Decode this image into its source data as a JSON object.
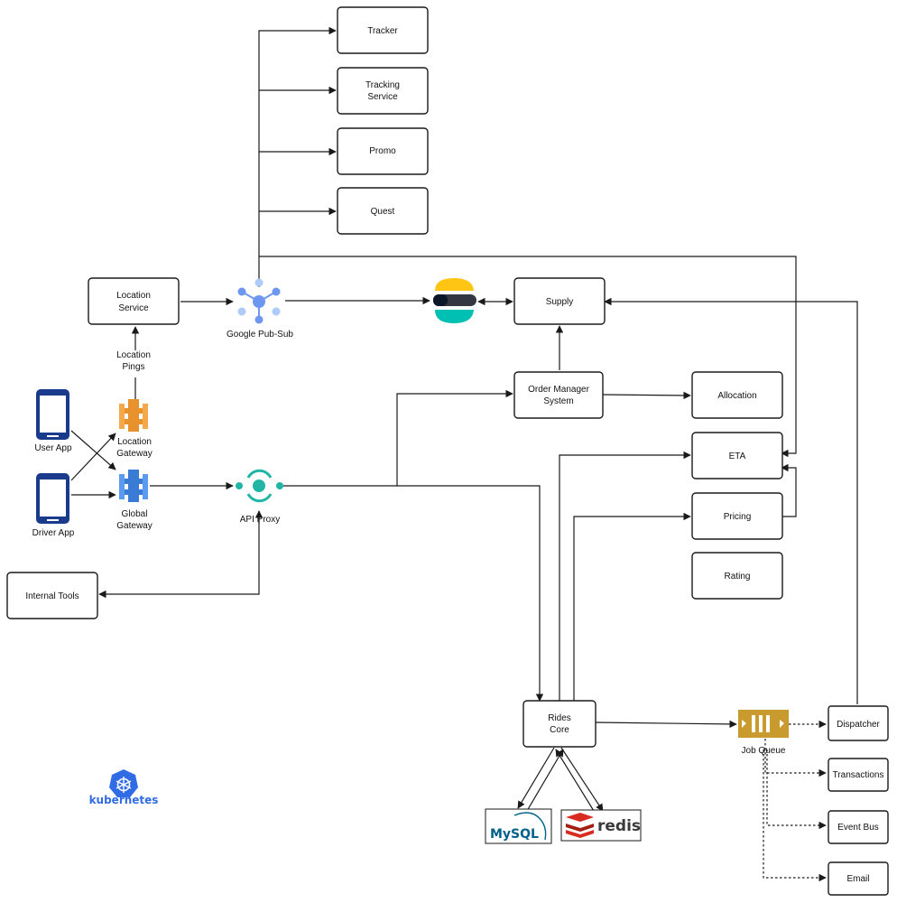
{
  "services": {
    "tracker": "Tracker",
    "tracking_service": [
      "Tracking",
      "Service"
    ],
    "promo": "Promo",
    "quest": "Quest",
    "location_service": [
      "Location",
      "Service"
    ],
    "supply": "Supply",
    "order_manager": [
      "Order Manager",
      "System"
    ],
    "allocation": "Allocation",
    "eta": "ETA",
    "pricing": "Pricing",
    "rating": "Rating",
    "internal_tools": "Internal Tools",
    "rides_core": [
      "Rides",
      "Core"
    ],
    "dispatcher": "Dispatcher",
    "transactions": "Transactions",
    "event_bus": "Event Bus",
    "email": "Email"
  },
  "nodes": {
    "google_pubsub": "Google Pub-Sub",
    "api_proxy": "API Proxy",
    "job_queue": "Job Queue",
    "location_pings": [
      "Location",
      "Pings"
    ],
    "location_gateway": [
      "Location",
      "Gateway"
    ],
    "global_gateway": [
      "Global",
      "Gateway"
    ],
    "user_app": "User App",
    "driver_app": "Driver App"
  },
  "logos": {
    "kubernetes": "kubernetes",
    "mysql": "MySQL",
    "redis": "redis"
  },
  "colors": {
    "phone": "#1a3a8c",
    "location_gateway": "#e8922e",
    "global_gateway": "#3a7bd5",
    "pubsub": "#6d97f0",
    "api_proxy": "#21b5a5",
    "elastic_yellow": "#fec514",
    "elastic_dark": "#343741",
    "elastic_teal": "#00bfb3",
    "job_queue": "#c99a2e",
    "kubernetes": "#326ce5",
    "redis": "#d82c20",
    "mysql_blue": "#00618a",
    "mysql_orange": "#e48e00"
  },
  "icons": [
    "phone-icon",
    "location-gateway-icon",
    "global-gateway-icon",
    "pubsub-icon",
    "api-proxy-icon",
    "elastic-icon",
    "job-queue-icon",
    "kubernetes-icon",
    "mysql-logo",
    "redis-logo"
  ]
}
